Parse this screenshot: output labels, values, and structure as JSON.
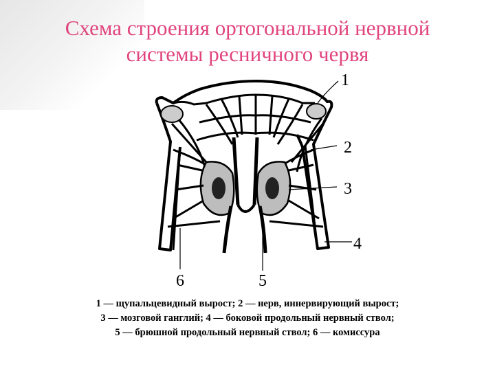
{
  "title": {
    "line1": "Схема строения ортогональной нервной",
    "line2": "системы ресничного червя"
  },
  "labels": {
    "l1": "1",
    "l2": "2",
    "l3": "3",
    "l4": "4",
    "l5": "5",
    "l6": "6"
  },
  "caption": {
    "line1": "1 — щупальцевидный вырост; 2 — нерв, иннервирующий вырост;",
    "line2": "3 — мозговой ганглий; 4 — боковой продольный нервный ствол;",
    "line3": "5 — брюшной продольный нервный ствол; 6 — комиссура"
  },
  "colors": {
    "title": "#e0447d",
    "ink": "#000000"
  }
}
